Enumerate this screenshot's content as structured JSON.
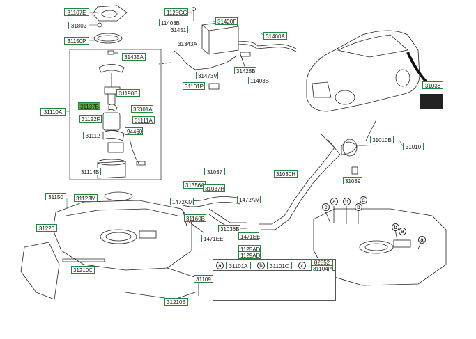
{
  "labels": {
    "p31107E": "31107E",
    "p31802": "31802",
    "p31150P": "31150P",
    "p31435A": "31435A",
    "p31190B": "31190B",
    "p31137B": "31137B",
    "p35301A": "35301A",
    "p31110A": "31110A",
    "p31122F": "31122F",
    "p31111A": "31111A",
    "p31112": "31112",
    "p94460": "94460",
    "p31114B": "31114B",
    "p1125GG": "1125GG",
    "p11403B_a": "11403B",
    "p31451": "31451",
    "p31420F": "31420F",
    "p31400A": "31400A",
    "p31343A": "31343A",
    "p31473V": "31473V",
    "p31428B": "31428B",
    "p11403B_b": "11403B",
    "p31101P": "31101P",
    "p31038": "31038",
    "p31010B": "31010B",
    "p31010": "31010",
    "p31037": "31037",
    "p31356A": "31356A",
    "p31037H": "31037H",
    "p31030H": "31030H",
    "p31039": "31039",
    "p1472AM_a": "1472AM",
    "p1472AM_b": "1472AM",
    "p31123M": "31123M",
    "p31150": "31150",
    "p31160B": "31160B",
    "p31036B": "31036B",
    "p1471EE_a": "1471EE",
    "p1471EE_b": "1471EE",
    "p31220": "31220",
    "p1125AD": "1125AD",
    "p1129AD": "1129AD",
    "p31210C": "31210C",
    "p31109": "31109",
    "p31210B": "31210B",
    "p31101A": "31101A",
    "p31101C": "31101C",
    "p82852": "82852",
    "p31104P": "31104P"
  },
  "kit_letters": {
    "a": "a",
    "b": "b",
    "c": "c"
  },
  "highlight_color": "#5fa845",
  "label_border_color": "#1f8a3c"
}
